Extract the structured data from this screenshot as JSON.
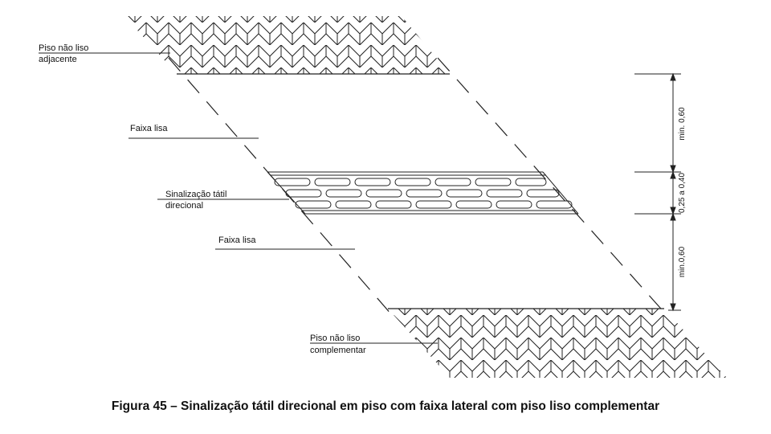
{
  "figure": {
    "caption": "Figura 45 – Sinalização tátil direcional em piso com faixa lateral com piso liso complementar"
  },
  "labels": {
    "top_floor_line1": "Piso não liso",
    "top_floor_line2": "adjacente",
    "faixa_lisa_upper": "Faixa lisa",
    "tactile_line1": "Sinalização tátil",
    "tactile_line2": "direcional",
    "faixa_lisa_lower": "Faixa lisa",
    "bottom_floor_line1": "Piso não liso",
    "bottom_floor_line2": "complementar"
  },
  "dimensions": {
    "upper": "min. 0,60",
    "middle": "0,25 a 0,40",
    "lower": "min.0,60"
  }
}
